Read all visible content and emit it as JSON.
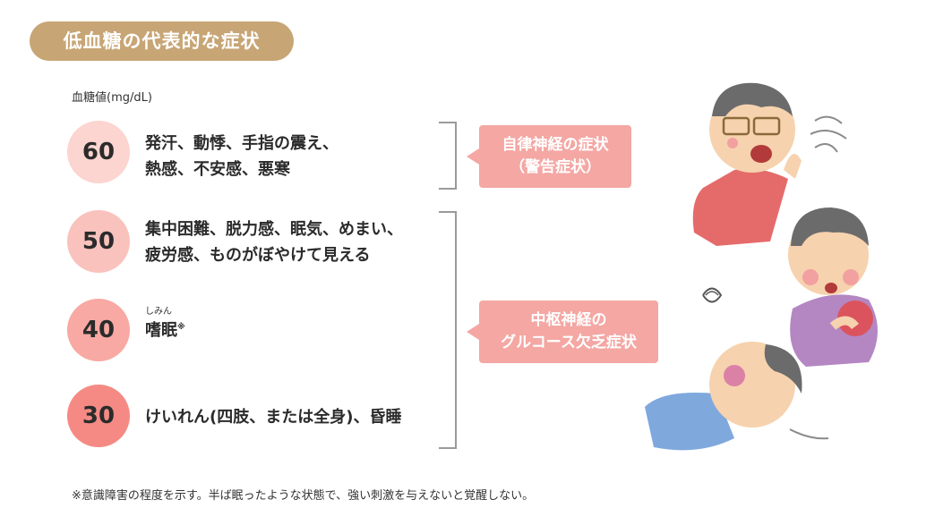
{
  "title": "低血糖の代表的な症状",
  "axis_label": "血糖値(mg/dL)",
  "levels": [
    {
      "value": "60",
      "lines": [
        "発汗、動悸、手指の震え、",
        "熱感、不安感、悪寒"
      ],
      "color": "#fcd4d0"
    },
    {
      "value": "50",
      "lines": [
        "集中困難、脱力感、眠気、めまい、",
        "疲労感、ものがぼやけて見える"
      ],
      "color": "#fac2bd"
    },
    {
      "value": "40",
      "lines": [
        "嗜眠"
      ],
      "ruby": "しみん",
      "note_mark": "※",
      "color": "#f8a9a3"
    },
    {
      "value": "30",
      "lines": [
        "けいれん(四肢、または全身)、昏睡"
      ],
      "color": "#f58a84"
    }
  ],
  "callouts": [
    {
      "lines": [
        "自律神経の症状",
        "（警告症状）"
      ]
    },
    {
      "lines": [
        "中枢神経の",
        "グルコース欠乏症状"
      ]
    }
  ],
  "footnote": "※意識障害の程度を示す。半ば眠ったような状態で、強い刺激を与えないと覚醒しない。",
  "colors": {
    "title_bg": "#c7a575",
    "callout_bg": "#f4a7a3",
    "bracket": "#9a9a9a"
  }
}
